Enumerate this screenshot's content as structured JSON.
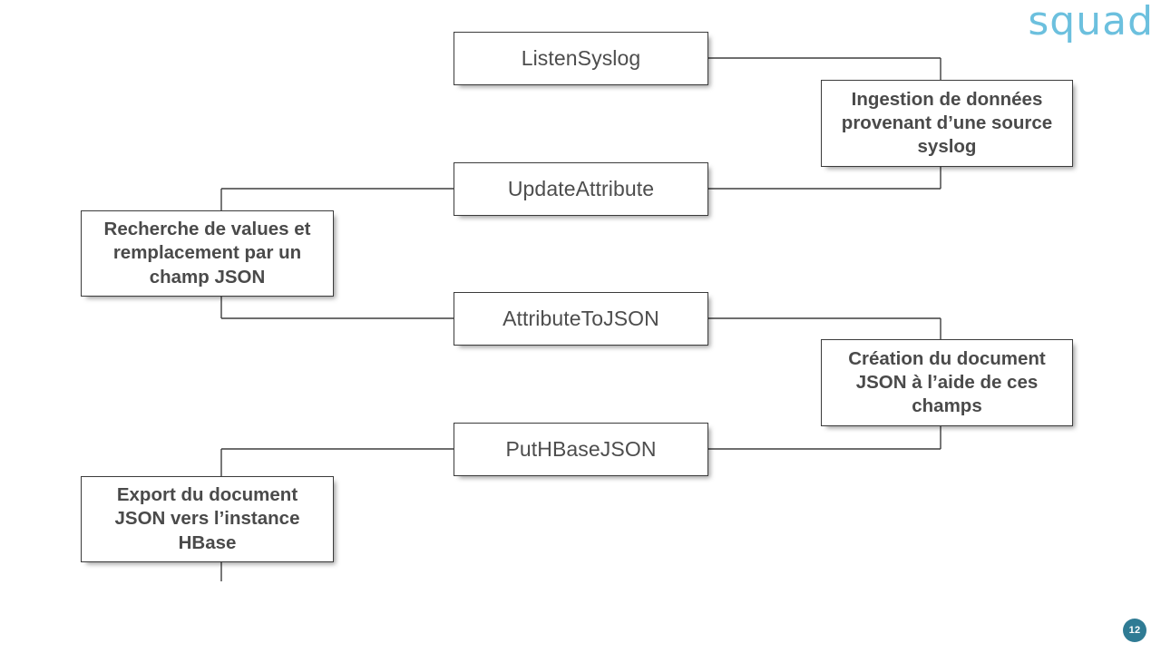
{
  "slide": {
    "page_number": "12",
    "brand_logo_text": "squad",
    "brand_logo_color": "#6cc0de",
    "badge_color": "#2f7b94",
    "box_border_color": "#3b3b3b",
    "text_color": "#4d4d4d",
    "connector_color": "#3f3f3f",
    "background_color": "#ffffff"
  },
  "flow": {
    "processes": [
      {
        "id": "listen-syslog",
        "label": "ListenSyslog"
      },
      {
        "id": "update-attribute",
        "label": "UpdateAttribute"
      },
      {
        "id": "attribute-to-json",
        "label": "AttributeToJSON"
      },
      {
        "id": "put-hbase-json",
        "label": "PutHBaseJSON"
      }
    ],
    "notes": [
      {
        "id": "note-ingestion",
        "label": "Ingestion de données provenant d’une source syslog"
      },
      {
        "id": "note-recherche",
        "label": "Recherche de values et remplacement par un champ JSON"
      },
      {
        "id": "note-creation",
        "label": "Création du document JSON à l’aide de ces champs"
      },
      {
        "id": "note-export",
        "label": "Export du document JSON vers l’instance HBase"
      }
    ]
  }
}
